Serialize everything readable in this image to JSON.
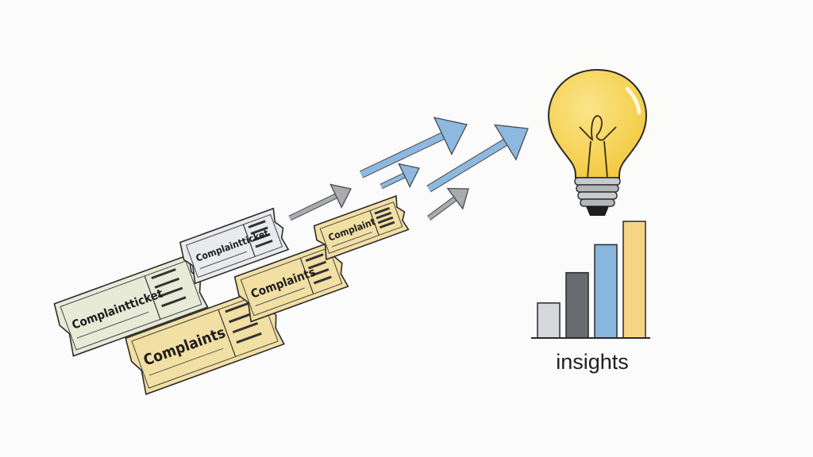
{
  "tickets": [
    {
      "title": "Complaintticket",
      "color": "#e6ead7"
    },
    {
      "title": "Complaintticket",
      "color": "#e9eaee"
    },
    {
      "title": "Complaints",
      "color": "#f2dfa4"
    },
    {
      "title": "Complaints",
      "color": "#f2dfa4"
    },
    {
      "title": "Complaint",
      "color": "#f2dfa4"
    }
  ],
  "arrows": {
    "grey": "#a8abaf",
    "blue": "#8db8df"
  },
  "bulb": {
    "color": "#f7d45a"
  },
  "bars": {
    "values": [
      1.5,
      2.8,
      4.0,
      5.0
    ],
    "colors": [
      "#d7d8dc",
      "#6a6b6e",
      "#88b6df",
      "#f6d583"
    ]
  },
  "label": "insights"
}
